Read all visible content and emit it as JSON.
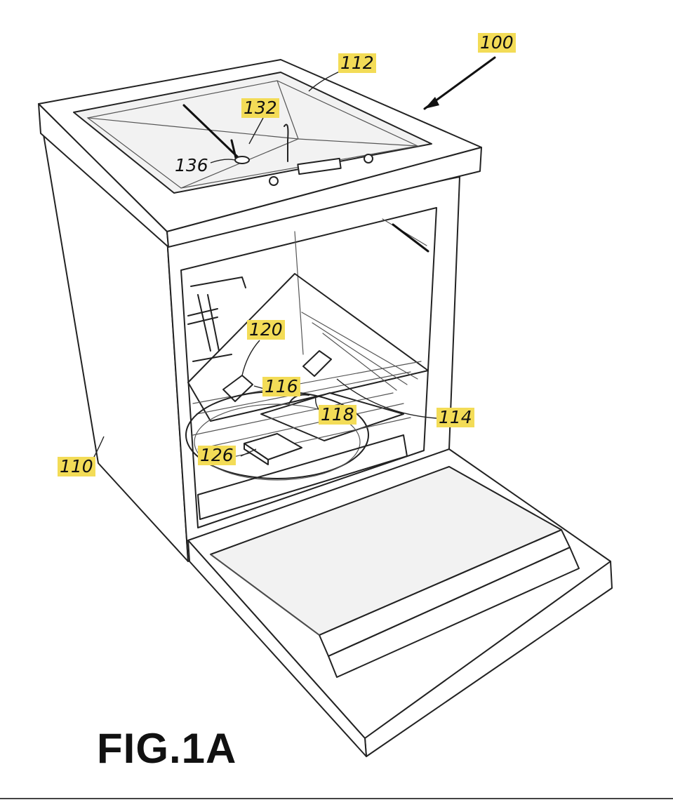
{
  "figure_title": "FIG.1A",
  "highlight_color": "#f3dc57",
  "labels": {
    "l100": "100",
    "l112": "112",
    "l132": "132",
    "l136": "136",
    "l120": "120",
    "l116": "116",
    "l118": "118",
    "l114": "114",
    "l110": "110",
    "l126": "126"
  }
}
